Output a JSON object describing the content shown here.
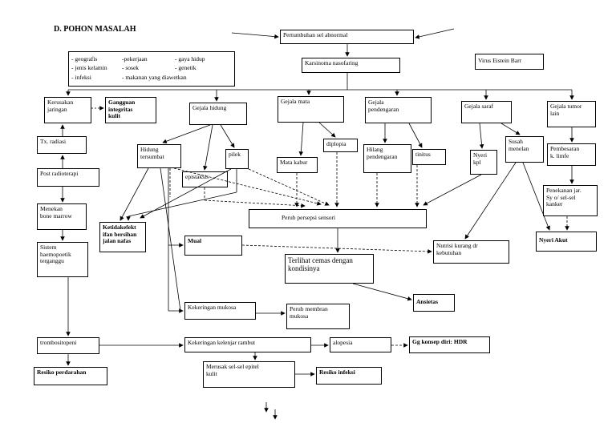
{
  "title": "D.  POHON MASALAH",
  "factors": [
    "- geografis",
    "-pekerjaan",
    "- gaya hidup",
    "- jenis kelamin",
    "- sosek",
    "- genetik",
    "- infeksi",
    "- makanan yang diawetkan"
  ],
  "nodes": {
    "pertumbuhan": "Pertumbuhan sel abnormal",
    "karsinoma": "Karsinoma nasofaring",
    "virus": "Virus Eistein Barr",
    "kerusakan": "Kerusakan\njaringan",
    "gangguan_integritas": "Gangguan\nintegritas\nkulit",
    "gejala_hidung": "Gejala hidung",
    "gejala_mata": "Gejala mata",
    "gejala_pendengaran": "Gejala\npendengaran",
    "gejala_saraf": "Gejala saraf",
    "gejala_tumor": "Gejala tumor\nlain",
    "tx_radiasi": "Tx. radiasi",
    "hidung_tersumbat": "Hidung\ntersumbat",
    "pilek": "pilek",
    "epistaksis": "epistaksis",
    "diplopia": "diplopia",
    "mata_kabur": "Mata kabur",
    "hilang_pendengaran": "Hilang\npendengaran",
    "tinitus": "tinitus",
    "nyeri_kpl": "Nyeri\nkpl",
    "susah_menelan": "Susah\nmenelan",
    "pembesaran": "Pembesaran\nk. limfe",
    "post_radioterapi": "Post radioterapi",
    "penekanan": "Penekanan jar.\nSy o/ sel-sel\nkanker",
    "menekan_bone": "Menekan\nbone marrow",
    "ketidakefektifan": "Ketidakefekt\nifan bersihan\njalan nafas",
    "perub_persepsi": "Perub persepsi sensori",
    "mual": "Mual",
    "nutrisi": "Nutrisi kurang dr\nkebutuhan",
    "nyeri_akut": "Nyeri Akut",
    "sistem_haemopoetik": "Sistem\nhaemopoetik\nterganggu",
    "cemas": "Terlihat cemas dengan\nkondisinya",
    "ansietas": "Ansietas",
    "kekeringan_mukosa": "Kekeringan mukosa",
    "perub_membran": "Perub membran\nmukosa",
    "trombositopeni": "trombositopeni",
    "kekeringan_kelenjar": "Kekeringan kelenjar rambut",
    "alopesia": "alopesia",
    "gg_konsep": "Gg konsep diri:  HDR",
    "resiko_perdarahan": "Resiko perdarahan",
    "merusak_sel": "Merusak sel-sel epitel\nkulit",
    "resiko_infeksi": "Resiko infeksi"
  }
}
